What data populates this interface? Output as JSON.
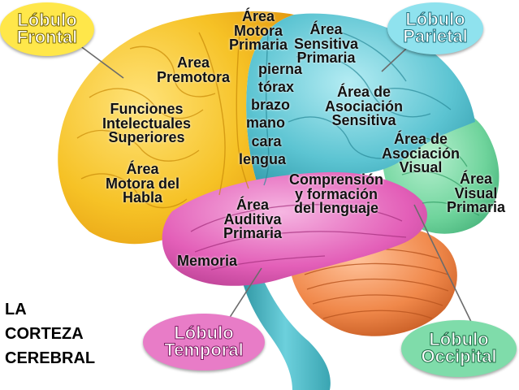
{
  "title": [
    "LA",
    "CORTEZA",
    "CEREBRAL"
  ],
  "lobes": {
    "frontal": {
      "lines": [
        "Lóbulo",
        "Frontal"
      ],
      "color": "#ffe74a"
    },
    "parietal": {
      "lines": [
        "Lóbulo",
        "Parietal"
      ],
      "color": "#8fe2ee"
    },
    "temporal": {
      "lines": [
        "Lóbulo",
        "Temporal"
      ],
      "color": "#e87cc7"
    },
    "occipital": {
      "lines": [
        "Lóbulo",
        "Occipital"
      ],
      "color": "#7fdcaa"
    }
  },
  "regions": {
    "area_motora_primaria": [
      "Área",
      "Motora",
      "Primaria"
    ],
    "area_sensitiva_primaria": [
      "Área",
      "Sensitiva",
      "Primaria"
    ],
    "area_premotora": [
      "Area",
      "Premotora"
    ],
    "body_parts": [
      "pierna",
      "tórax",
      "brazo",
      "mano",
      "cara",
      "lengua"
    ],
    "area_asociacion_sensitiva": [
      "Área de",
      "Asociación",
      "Sensitiva"
    ],
    "funciones_intelectuales": [
      "Funciones",
      "Intelectuales",
      "Superiores"
    ],
    "area_asociacion_visual": [
      "Área de",
      "Asociación",
      "Visual"
    ],
    "area_visual_primaria": [
      "Área",
      "Visual",
      "Primaria"
    ],
    "area_motora_habla": [
      "Área",
      "Motora del",
      "Habla"
    ],
    "comprension_lenguaje": [
      "Comprensión",
      "y formación",
      "del lenguaje"
    ],
    "area_auditiva_primaria": [
      "Área",
      "Auditiva",
      "Primaria"
    ],
    "memoria": [
      "Memoria"
    ]
  },
  "colors": {
    "frontal": "#f6c226",
    "parietal": "#5cc4d2",
    "temporal": "#e35fb8",
    "occipital": "#6fd49c",
    "cerebellum": "#f0884a",
    "brainstem": "#5ab8c4"
  }
}
